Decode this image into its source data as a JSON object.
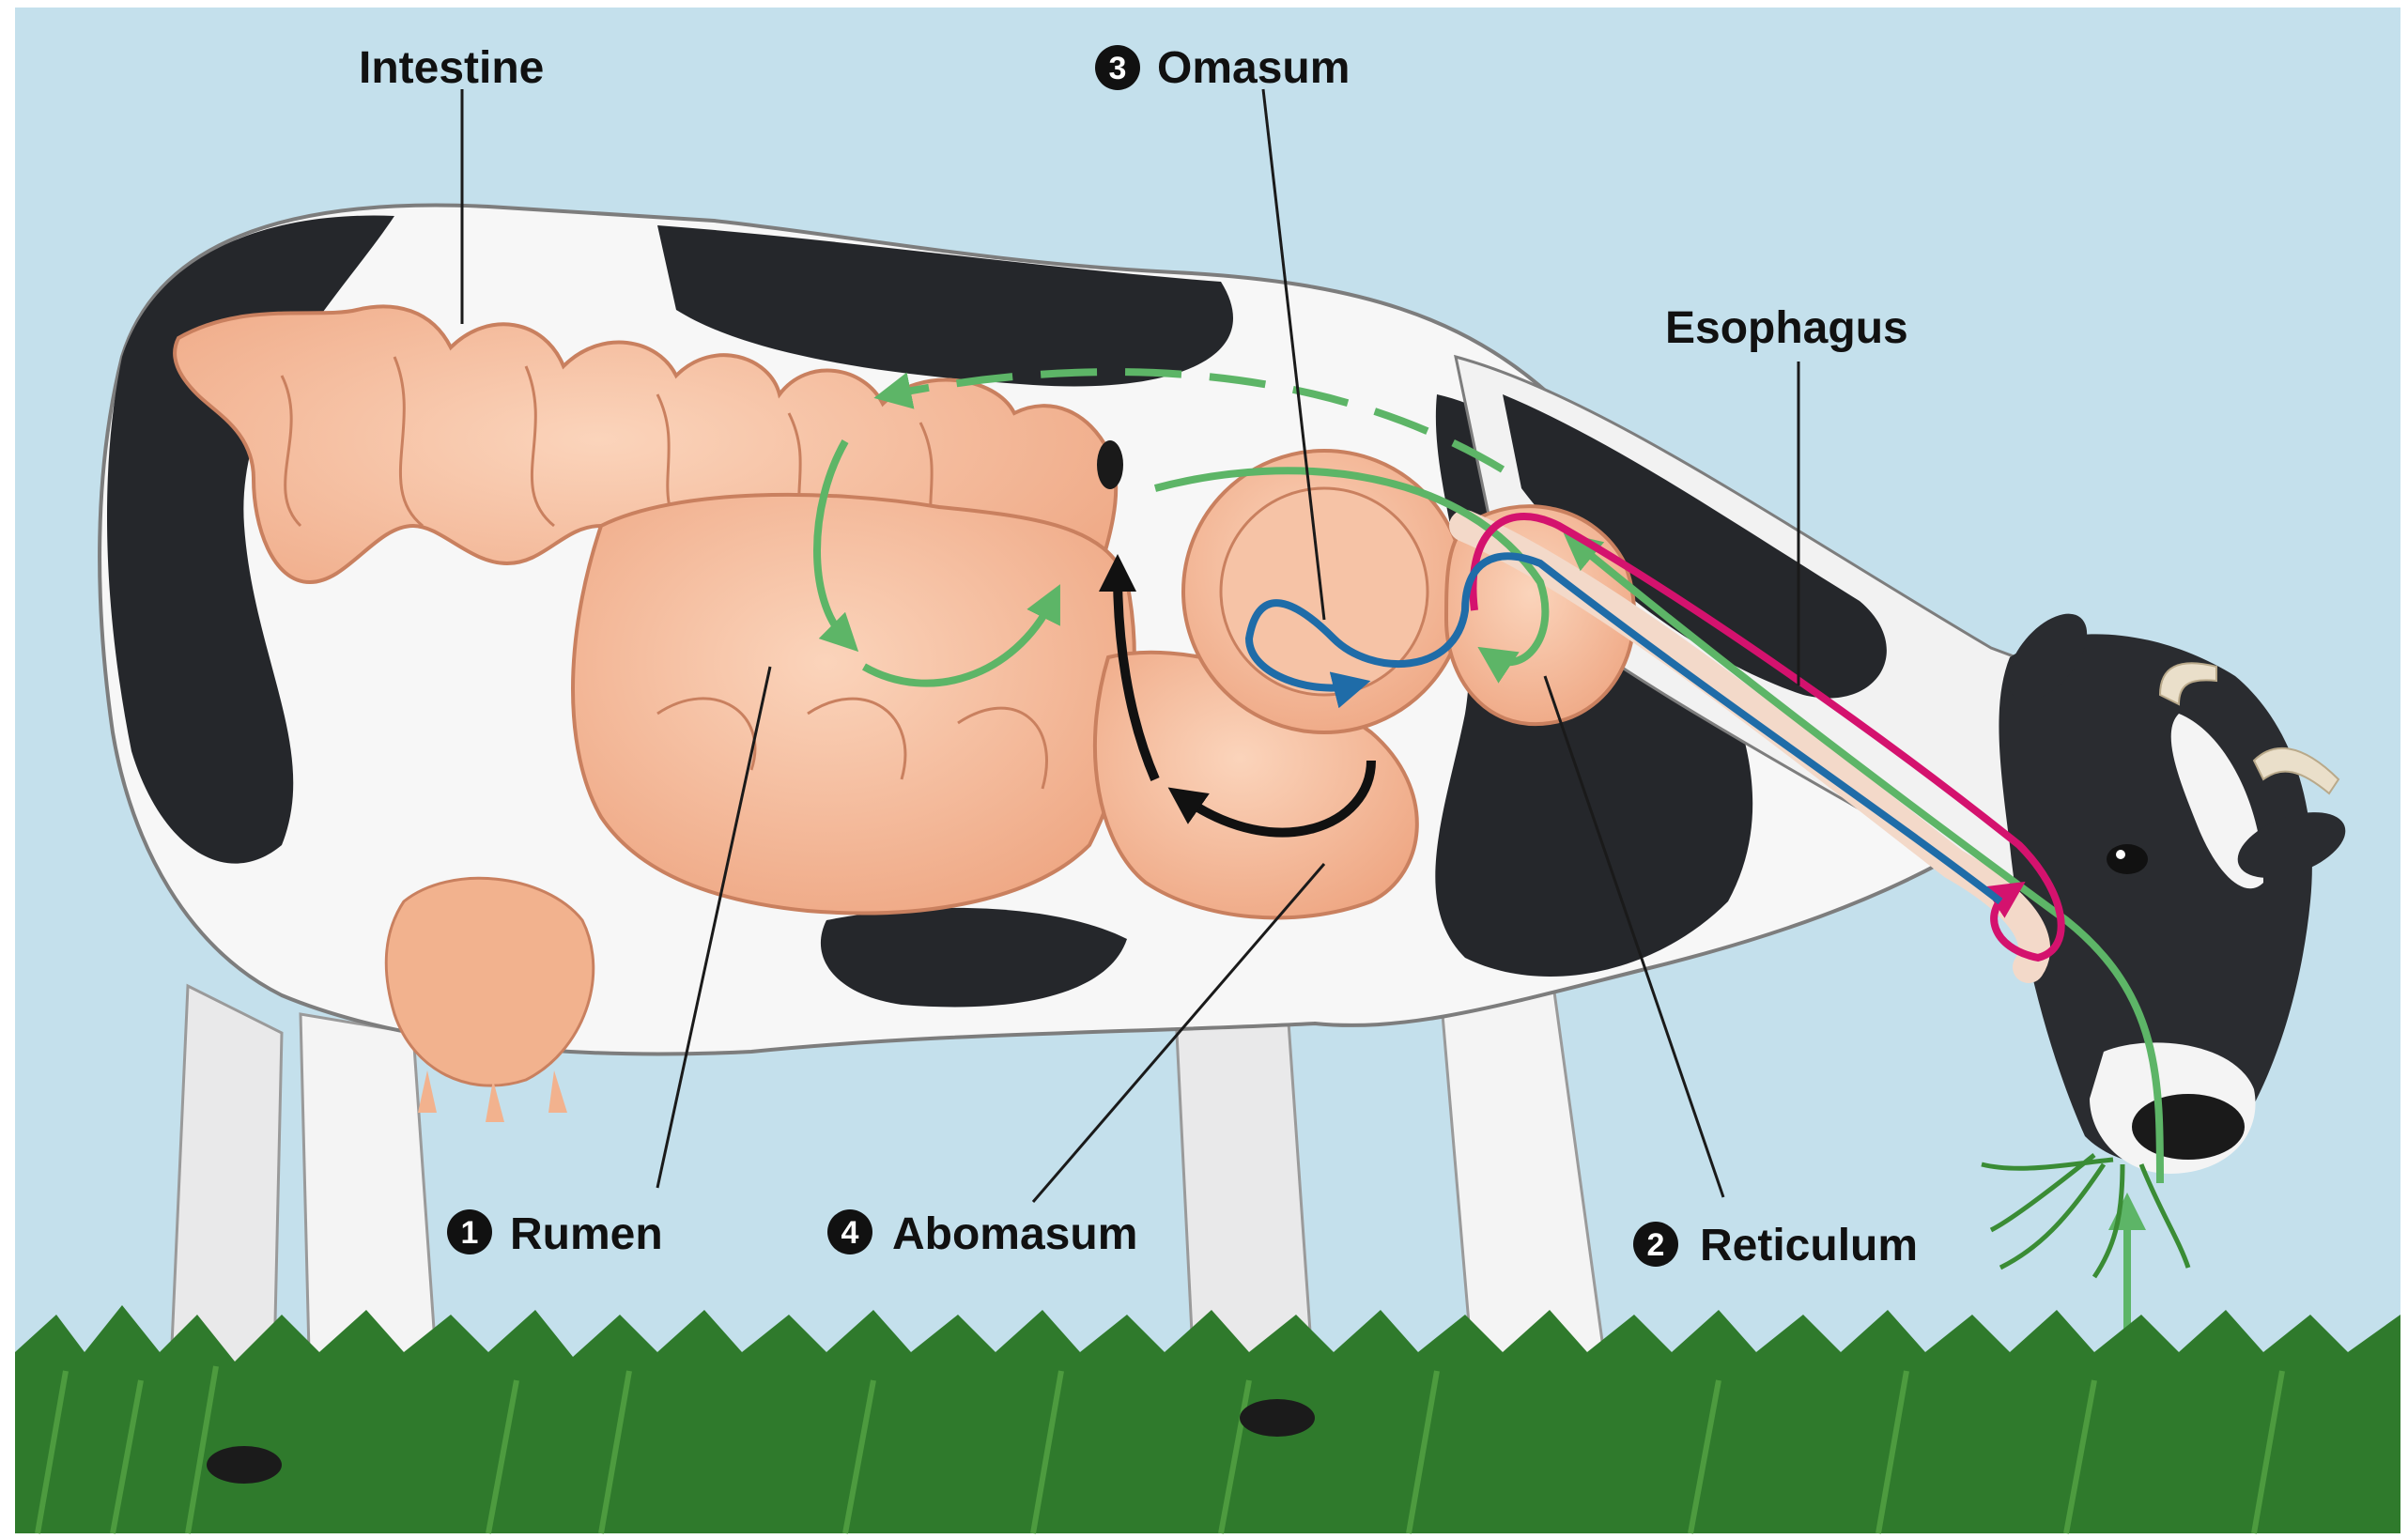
{
  "colors": {
    "sky": "#c4e0ec",
    "grass": "#2f7a2c",
    "cow_black": "#25272b",
    "cow_white": "#f7f7f7",
    "organ": "#f2b28e",
    "organ_outline": "#c9805f",
    "flow_green": "#5db567",
    "flow_magenta": "#d4126e",
    "flow_blue": "#1f6ca8",
    "flow_black": "#111111"
  },
  "labels": {
    "intestine": "Intestine",
    "omasum": "Omasum",
    "esophagus": "Esophagus",
    "rumen": "Rumen",
    "abomasum": "Abomasum",
    "reticulum": "Reticulum"
  },
  "steps": {
    "rumen": "1",
    "reticulum": "2",
    "omasum": "3",
    "abomasum": "4"
  }
}
